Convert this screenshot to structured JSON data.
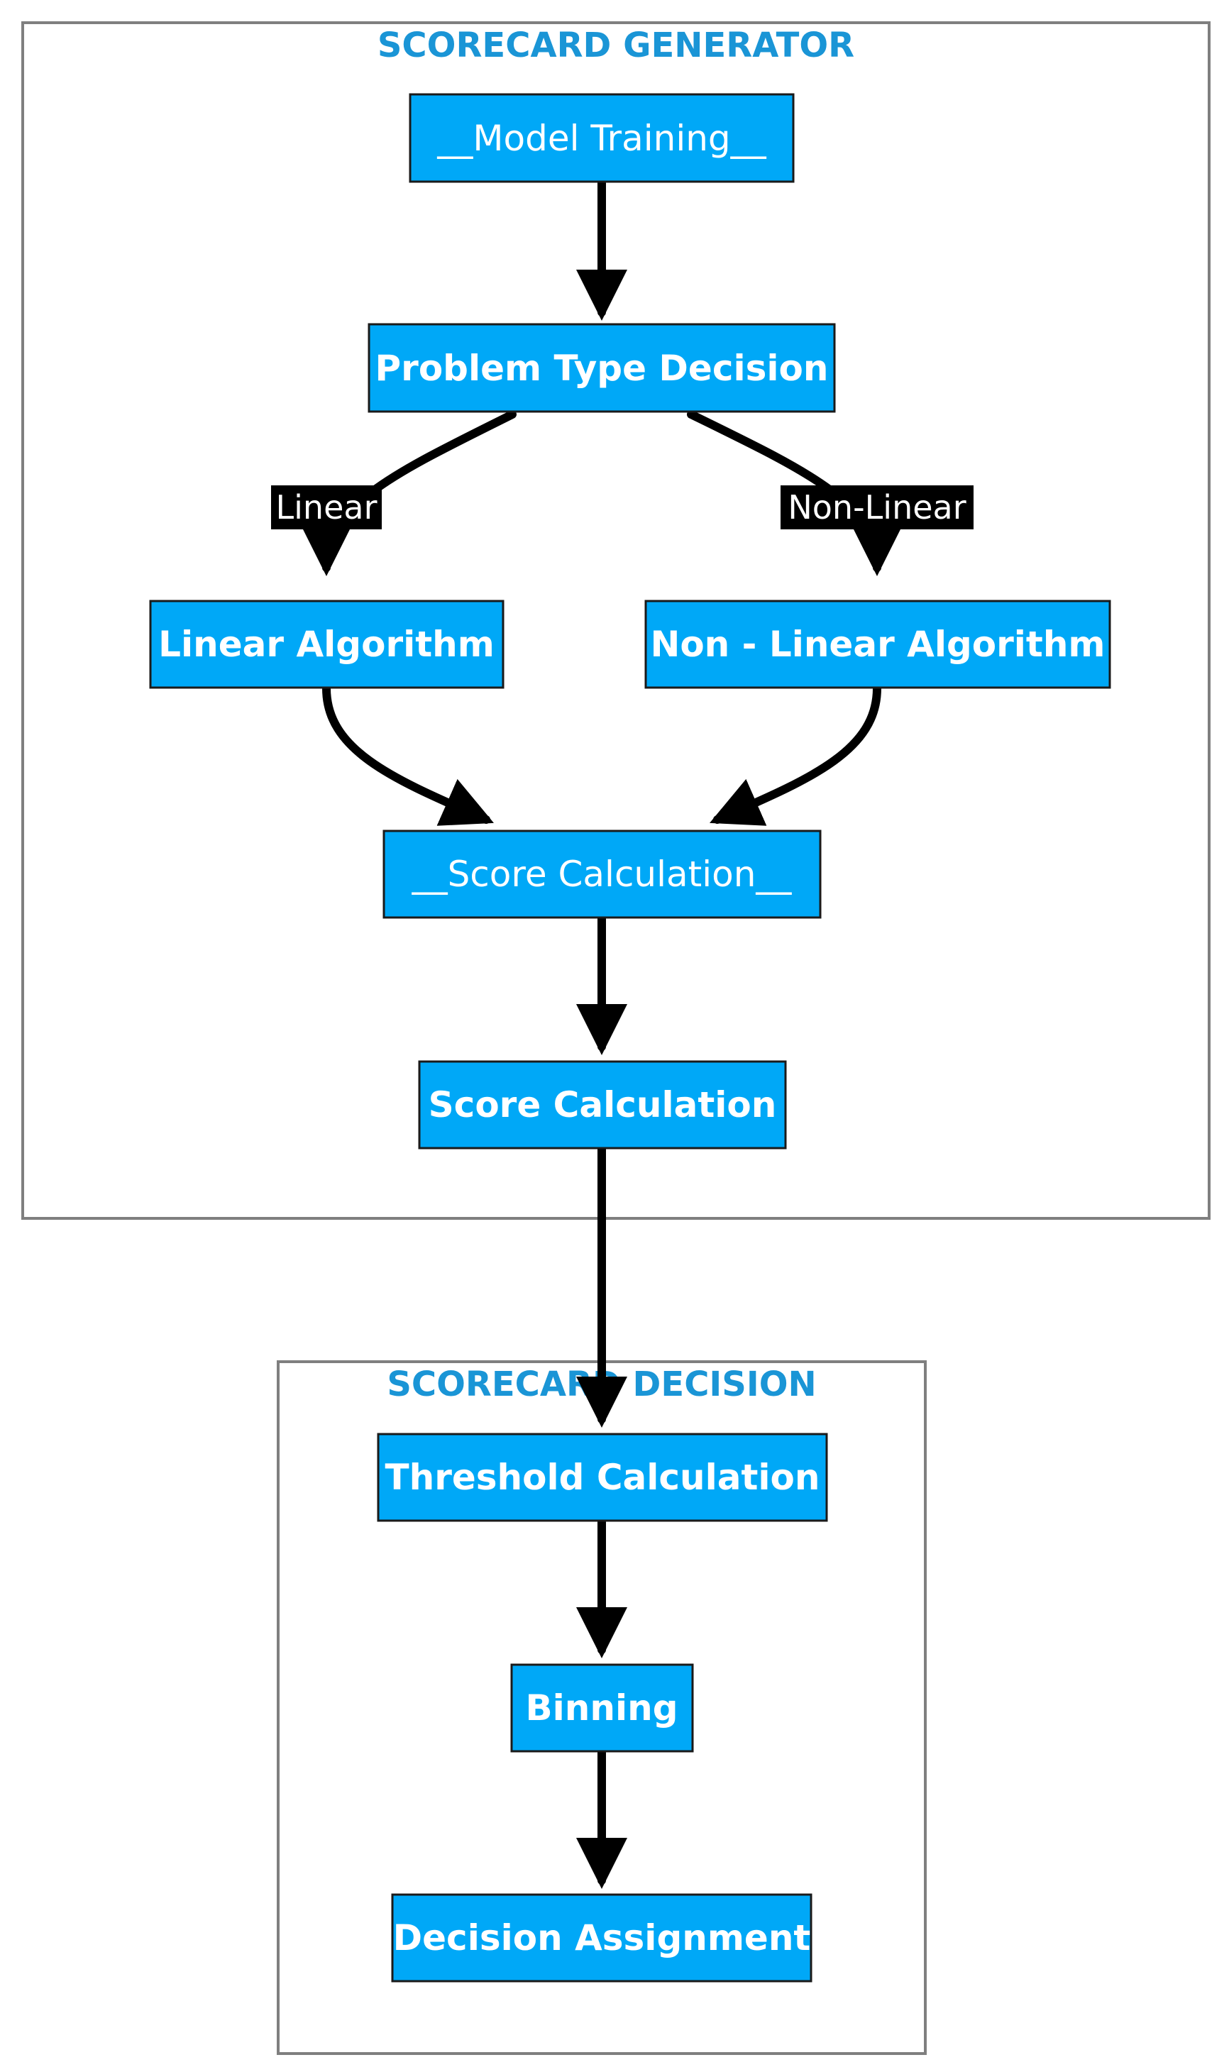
{
  "clusters": {
    "generator": {
      "title": "SCORECARD GENERATOR"
    },
    "decision": {
      "title": "SCORECARD DECISION"
    }
  },
  "nodes": {
    "model_training": "__Model Training__",
    "problem_type": "Problem Type Decision",
    "linear_algorithm": "Linear Algorithm",
    "nonlinear_algorithm": "Non - Linear Algorithm",
    "score_calc_header": "__Score Calculation__",
    "score_calculation": "Score Calculation",
    "threshold_calculation": "Threshold Calculation",
    "binning": "Binning",
    "decision_assignment": "Decision Assignment"
  },
  "edge_labels": {
    "linear": "Linear",
    "nonlinear": "Non-Linear"
  },
  "colors": {
    "node_fill": "#00a8f7",
    "cluster_title": "#1a95d6",
    "cluster_border": "#7f7f7f",
    "edge": "#000000"
  }
}
